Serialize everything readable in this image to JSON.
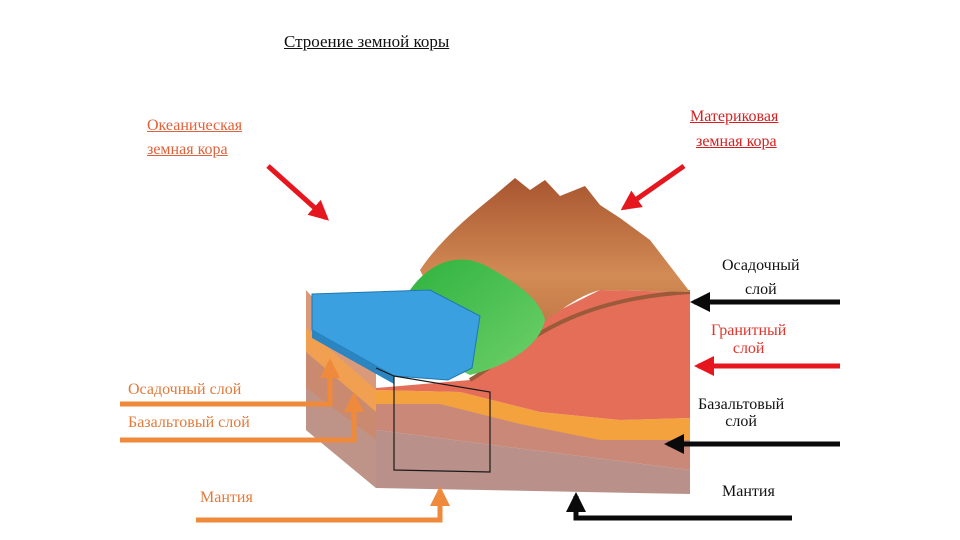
{
  "title": "Строение земной коры",
  "labels": {
    "oceanic_line1": "Океаническая",
    "oceanic_line2": "земная кора",
    "continental_line1": "Материковая",
    "continental_line2": "земная кора",
    "right_sedimentary_line1": "Осадочный",
    "right_sedimentary_line2": "слой",
    "right_granite_line1": "Гранитный",
    "right_granite_line2": "слой",
    "right_basalt_line1": "Базальтовый",
    "right_basalt_line2": "слой",
    "right_mantle": "Мантия",
    "left_sedimentary": "Осадочный слой",
    "left_basalt": "Базальтовый слой",
    "left_mantle": "Мантия"
  },
  "colors": {
    "red_arrow": "#e5161e",
    "orange_arrow": "#ef8a3c",
    "black_arrow": "#0a0a0a",
    "ocean": "#3aa0e0",
    "vegetation": "#3fbf4a",
    "mountain": "#c46a3a",
    "granite": "#e7725a",
    "sedimentary": "#f29a3e",
    "basalt": "#c98a78",
    "mantle": "#b58a86"
  }
}
